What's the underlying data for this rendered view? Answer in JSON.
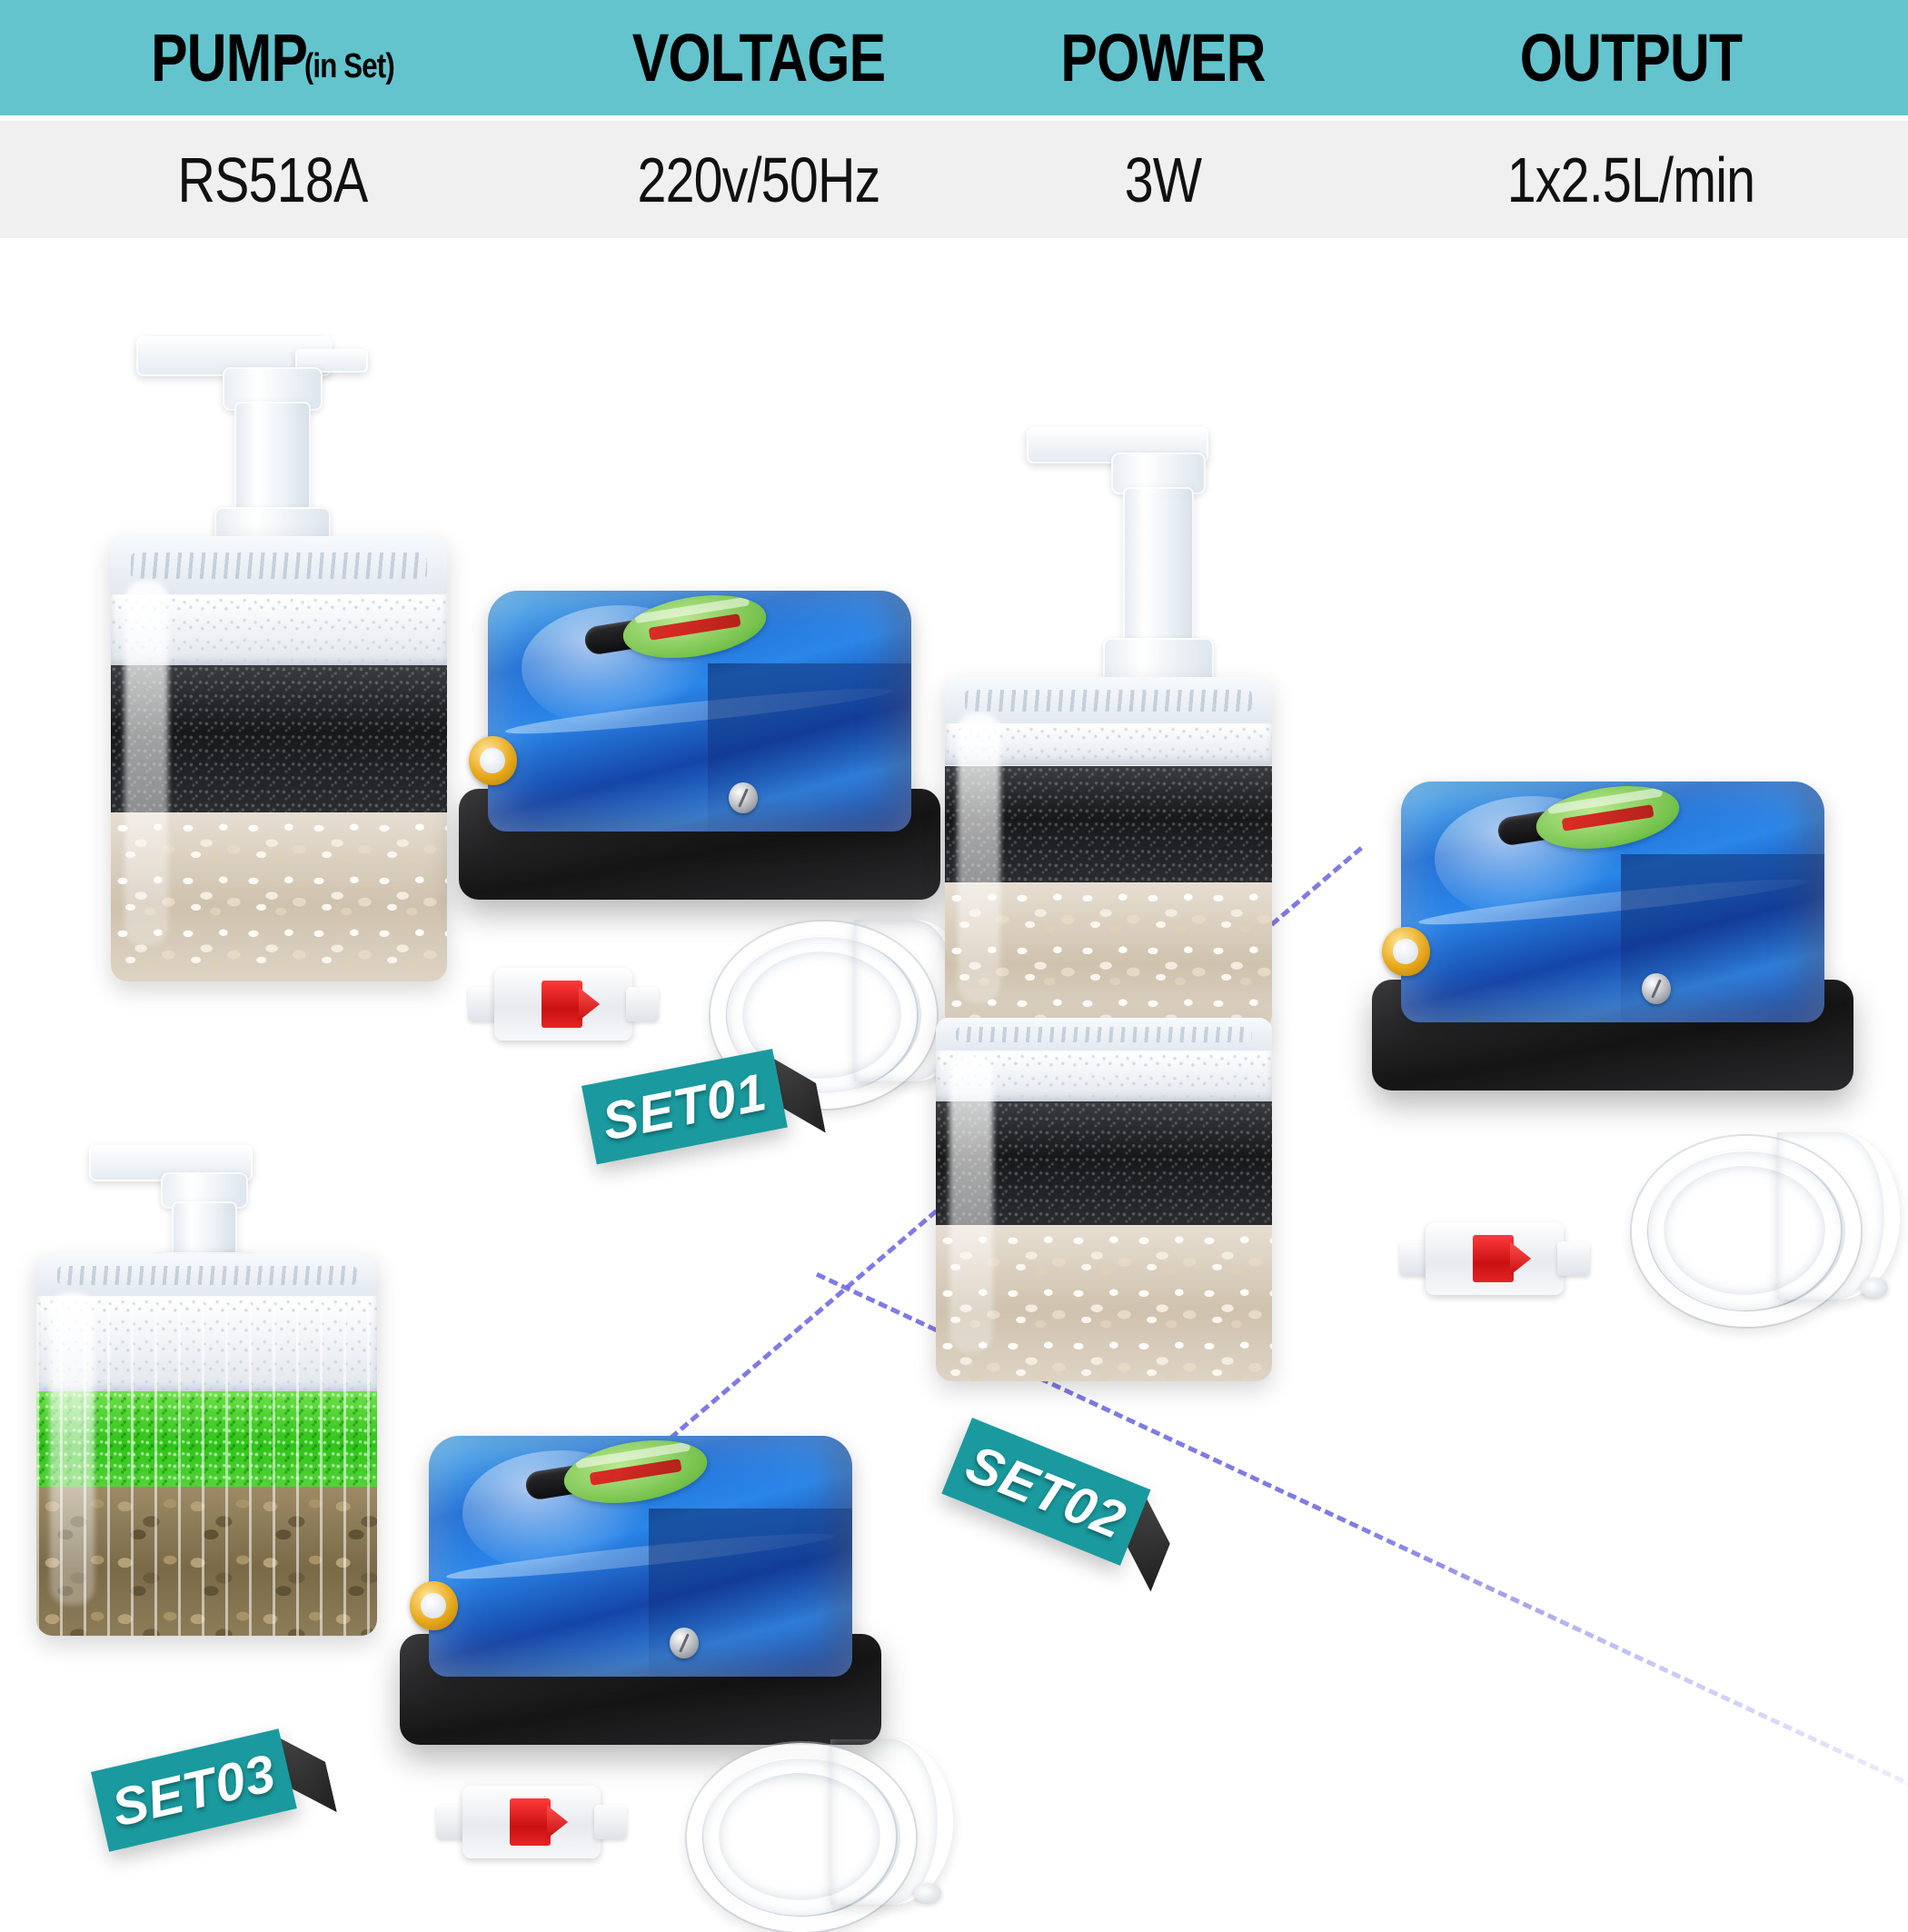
{
  "spec_table": {
    "columns": [
      {
        "header_main": "PUMP",
        "header_sub": "(in Set)",
        "value": "RS518A"
      },
      {
        "header_main": "VOLTAGE",
        "header_sub": "",
        "value": "220v/50Hz"
      },
      {
        "header_main": "POWER",
        "header_sub": "",
        "value": "3W"
      },
      {
        "header_main": "OUTPUT",
        "header_sub": "",
        "value": "1x2.5L/min"
      }
    ],
    "header_bg": "#63c4cd",
    "row_bg": "#f0f0f0",
    "text_color": "#000000"
  },
  "sets": [
    {
      "id": "set01",
      "label": "SET01",
      "filter_type": "single-stage corner filter",
      "media_layers": [
        "white-foam",
        "black-activated-carbon",
        "ceramic-ring-gravel"
      ],
      "includes": [
        "corner-filter",
        "air-pump",
        "check-valve",
        "air-tubing"
      ]
    },
    {
      "id": "set02",
      "label": "SET02",
      "filter_type": "double-stacked corner filter",
      "media_layers": [
        "white-foam",
        "black-activated-carbon",
        "ceramic-ring-gravel",
        "white-foam",
        "black-activated-carbon",
        "ceramic-ring-gravel"
      ],
      "includes": [
        "stacked-corner-filter",
        "air-pump",
        "check-valve",
        "air-tubing"
      ]
    },
    {
      "id": "set03",
      "label": "SET03",
      "filter_type": "square box filter",
      "media_layers": [
        "white-foam",
        "green-bio-media",
        "brown-substrate"
      ],
      "includes": [
        "box-filter",
        "air-pump",
        "check-valve",
        "air-tubing"
      ]
    }
  ],
  "pump": {
    "body_color": "#1f6fd6",
    "base_color": "#17171a",
    "nozzle_color": "#e8a81b",
    "label_color": "#74c14a",
    "label_text_color": "#d01818"
  },
  "valve": {
    "body_color": "#ffffff",
    "accent_color": "#d81f1f"
  },
  "tubing": {
    "color": "#ffffff"
  },
  "tent_card": {
    "face_color": "#1a9a9e",
    "side_color": "#252525",
    "text_color": "#ffffff"
  },
  "divider": {
    "color": "#6a63e0",
    "style": "dashed"
  },
  "background": "#ffffff"
}
